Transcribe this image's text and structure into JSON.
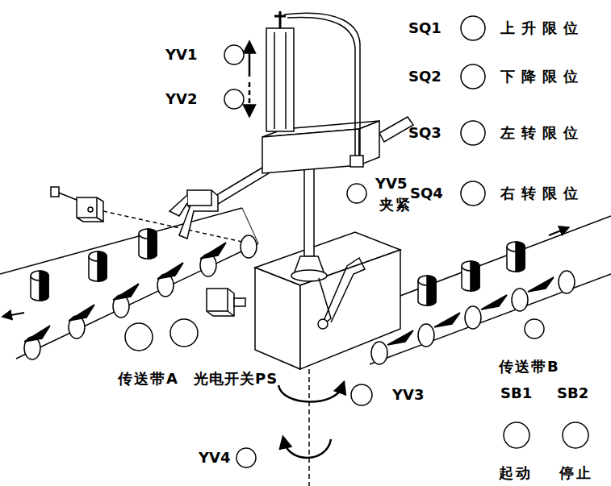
{
  "diagram": {
    "labels": [
      "YV1",
      "SQ1",
      "上升限位",
      "YV2",
      "SQ2",
      "下降限位",
      "SQ3",
      "左转限位",
      "YV5",
      "夹紧",
      "SQ4",
      "右转限位",
      "传送带B",
      "传送带A",
      "光电开关PS",
      "YV3",
      "SB1",
      "SB2",
      "YV4",
      "起动",
      "停止"
    ]
  }
}
